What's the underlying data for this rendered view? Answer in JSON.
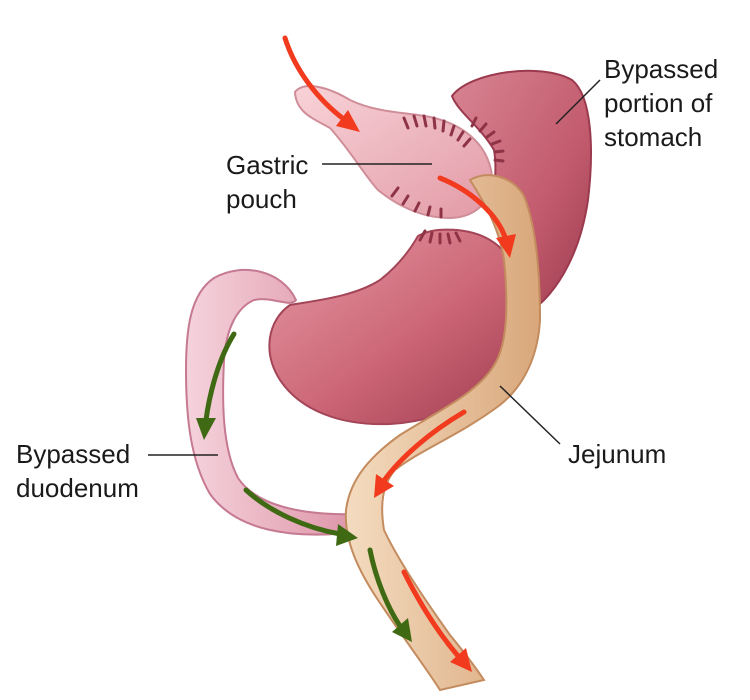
{
  "labels": {
    "bypassed_stomach": [
      "Bypassed",
      "portion of",
      "stomach"
    ],
    "gastric_pouch": [
      "Gastric",
      "pouch"
    ],
    "jejunum": [
      "Jejunum"
    ],
    "bypassed_duodenum": [
      "Bypassed",
      "duodenum"
    ]
  },
  "colors": {
    "stomach": "#c9616f",
    "stomach_dark": "#a23e52",
    "pouch": "#e8a3ad",
    "duodenum": "#e6a6b8",
    "jejunum": "#e5bf96",
    "jejunum_light": "#f4dcc0",
    "staples": "#8e3346",
    "food_arrow": "#f23a1e",
    "digestive_juice_arrow": "#3f6a13",
    "leader_line": "#222222"
  },
  "icons": {
    "food_flow": "red-arrow",
    "juice_flow": "green-arrow"
  }
}
